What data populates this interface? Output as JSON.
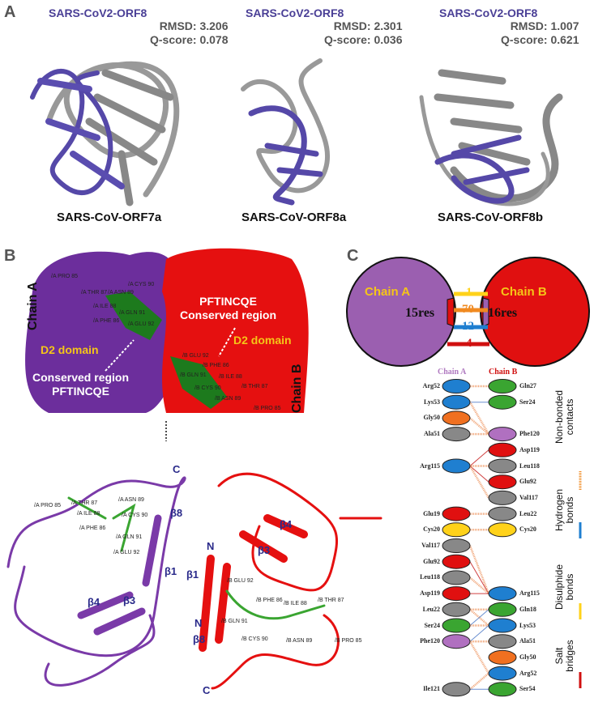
{
  "panelA": {
    "label": "A",
    "structures": [
      {
        "title": "SARS-CoV2-ORF8",
        "rmsd": "RMSD: 3.206",
        "qscore": "Q-score: 0.078",
        "name": "SARS-CoV-ORF7a"
      },
      {
        "title": "SARS-CoV2-ORF8",
        "rmsd": "RMSD: 2.301",
        "qscore": "Q-score: 0.036",
        "name": "SARS-CoV-ORF8a"
      },
      {
        "title": "SARS-CoV2-ORF8",
        "rmsd": "RMSD: 1.007",
        "qscore": "Q-score: 0.621",
        "name": "SARS-CoV-ORF8b"
      }
    ]
  },
  "panelB": {
    "label": "B",
    "chain_a": "Chain A",
    "chain_b": "Chain B",
    "d2": "D2 domain",
    "conserved": "Conserved region",
    "motif": "PFTINCQE",
    "surface_residues_a": [
      "/A PRO 85",
      "/A THR 87",
      "/A ASN 89",
      "/A CYS 90",
      "/A ILE 88",
      "/A GLN 91",
      "/A PHE 86",
      "/A GLU 92"
    ],
    "surface_residues_b": [
      "/B GLU 92",
      "/B PHE 86",
      "/B GLN 91",
      "/B ILE 88",
      "/B THR 87",
      "/B CYS 90",
      "/B ASN 89",
      "/B PRO 85"
    ],
    "ribbon_residues_a": [
      "/A PRO 85",
      "/A THR 87",
      "/A ASN 89",
      "/A ILE 88",
      "/A CYS 90",
      "/A PHE 86",
      "/A GLN 91",
      "/A GLU 92"
    ],
    "ribbon_residues_b": [
      "/B GLU 92",
      "/B PHE 86",
      "/B ILE 88",
      "/B THR 87",
      "/B GLN 91",
      "/B CYS 90",
      "/B ASN 89",
      "/B PRO 85"
    ],
    "strands": {
      "c": "C",
      "n": "N",
      "b1": "β1",
      "b3": "β3",
      "b4": "β4",
      "b8": "β8"
    }
  },
  "panelC": {
    "label": "C",
    "chain_a": "Chain A",
    "chain_b": "Chain B",
    "res_a": "15res",
    "res_b": "16res",
    "counts": {
      "disulphide": "1",
      "nonbonded": "70",
      "hbonds": "12",
      "salt": "4"
    },
    "colors": {
      "chain_a": "#9b5fb0",
      "chain_b": "#e01010",
      "disulphide": "#ffd21a",
      "nonbonded": "#f08a20",
      "hbonds": "#1f7fd0",
      "salt": "#d01010"
    },
    "legend": {
      "nonbonded": "Non-bonded contacts",
      "hbonds": "Hydrogen bonds",
      "disulphide": "Disulphide bonds",
      "salt": "Salt bridges"
    },
    "rows": [
      {
        "a": "Arg52",
        "b": "Gln27"
      },
      {
        "a": "Lys53",
        "b": "Ser24"
      },
      {
        "a": "Gly50",
        "b": ""
      },
      {
        "a": "Ala51",
        "b": "Phe120"
      },
      {
        "a": "",
        "b": "Asp119"
      },
      {
        "a": "Arg115",
        "b": "Leu118"
      },
      {
        "a": "",
        "b": "Glu92"
      },
      {
        "a": "",
        "b": "Val117"
      },
      {
        "a": "Glu19",
        "b": "Leu22"
      },
      {
        "a": "Cys20",
        "b": "Cys20"
      },
      {
        "a": "Val117",
        "b": ""
      },
      {
        "a": "Glu92",
        "b": ""
      },
      {
        "a": "Leu118",
        "b": ""
      },
      {
        "a": "Asp119",
        "b": "Arg115"
      },
      {
        "a": "Leu22",
        "b": "Gln18"
      },
      {
        "a": "Ser24",
        "b": "Lys53"
      },
      {
        "a": "Phe120",
        "b": "Ala51"
      },
      {
        "a": "",
        "b": "Gly50"
      },
      {
        "a": "",
        "b": "Arg52"
      },
      {
        "a": "Ile121",
        "b": "Ser54"
      }
    ],
    "links": [
      [
        0,
        0,
        "n"
      ],
      [
        1,
        1,
        "h"
      ],
      [
        1,
        3,
        "n"
      ],
      [
        2,
        3,
        "n"
      ],
      [
        3,
        3,
        "n"
      ],
      [
        5,
        4,
        "s"
      ],
      [
        5,
        5,
        "n"
      ],
      [
        5,
        6,
        "s"
      ],
      [
        5,
        7,
        "n"
      ],
      [
        8,
        8,
        "n"
      ],
      [
        9,
        9,
        "d"
      ],
      [
        10,
        13,
        "n"
      ],
      [
        11,
        13,
        "s"
      ],
      [
        12,
        13,
        "n"
      ],
      [
        13,
        13,
        "s"
      ],
      [
        14,
        14,
        "n"
      ],
      [
        14,
        15,
        "n"
      ],
      [
        15,
        14,
        "h"
      ],
      [
        15,
        15,
        "n"
      ],
      [
        16,
        15,
        "h"
      ],
      [
        16,
        16,
        "n"
      ],
      [
        16,
        18,
        "n"
      ],
      [
        19,
        18,
        "n"
      ],
      [
        19,
        19,
        "h"
      ]
    ]
  }
}
